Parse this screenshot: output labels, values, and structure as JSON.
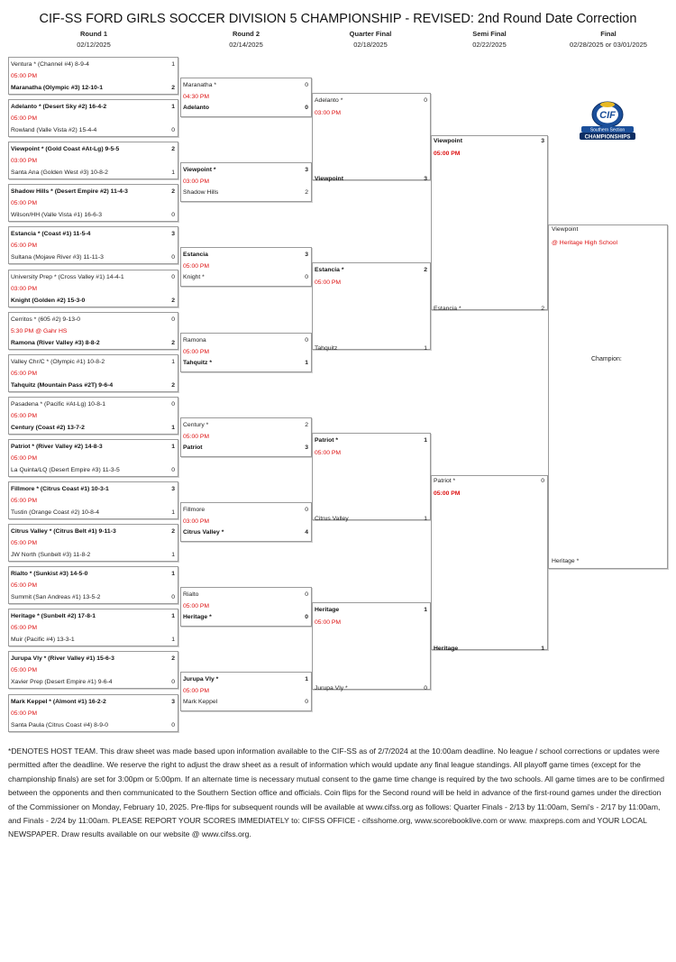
{
  "title": "CIF-SS FORD GIRLS SOCCER DIVISION 5 CHAMPIONSHIP - REVISED: 2nd Round Date Correction",
  "rounds": [
    {
      "name": "Round 1",
      "date": "02/12/2025"
    },
    {
      "name": "Round 2",
      "date": "02/14/2025"
    },
    {
      "name": "Quarter Final",
      "date": "02/18/2025"
    },
    {
      "name": "Semi Final",
      "date": "02/22/2025"
    },
    {
      "name": "Final",
      "date": "02/28/2025 or 03/01/2025"
    }
  ],
  "round1": [
    {
      "t1": "Ventura * (Channel #4) 8-9-4",
      "s1": "1",
      "w1": false,
      "time": "05:00 PM",
      "t2": "Maranatha (Olympic #3) 12-10-1",
      "s2": "2",
      "w2": true,
      "tpos": "mid"
    },
    {
      "t1": "Adelanto * (Desert Sky #2) 16-4-2",
      "s1": "1",
      "w1": true,
      "time": "05:00 PM",
      "t2": "Rowland (Valle Vista #2) 15-4-4",
      "s2": "0",
      "w2": false,
      "tpos": "mid"
    },
    {
      "t1": "Viewpoint * (Gold Coast #At-Lg) 9-5-5",
      "s1": "2",
      "w1": true,
      "time": "03:00 PM",
      "t2": "Santa Ana (Golden West #3) 10-8-2",
      "s2": "1",
      "w2": false,
      "tpos": "mid"
    },
    {
      "t1": "Shadow Hills * (Desert Empire #2) 11-4-3",
      "s1": "2",
      "w1": true,
      "time": "05:00 PM",
      "t2": "Wilson/HH (Valle Vista #1) 16-6-3",
      "s2": "0",
      "w2": false,
      "tpos": "mid"
    },
    {
      "t1": "Estancia * (Coast #1) 11-5-4",
      "s1": "3",
      "w1": true,
      "time": "05:00 PM",
      "t2": "Sultana (Mojave River #3) 11-11-3",
      "s2": "0",
      "w2": false,
      "tpos": "mid"
    },
    {
      "t1": "University Prep * (Cross Valley #1) 14-4-1",
      "s1": "0",
      "w1": false,
      "time": "03:00 PM",
      "t2": "Knight (Golden #2) 15-3-0",
      "s2": "2",
      "w2": true,
      "tpos": "mid"
    },
    {
      "t1": "Cerritos * (605 #2) 9-13-0",
      "s1": "0",
      "w1": false,
      "time": "5:30 PM @ Gahr HS",
      "t2": "Ramona (River Valley #3) 8-8-2",
      "s2": "2",
      "w2": true,
      "tpos": "mid"
    },
    {
      "t1": "Valley Chr/C * (Olympic #1) 10-8-2",
      "s1": "1",
      "w1": false,
      "time": "05:00 PM",
      "t2": "Tahquitz (Mountain Pass #2T) 9-6-4",
      "s2": "2",
      "w2": true,
      "tpos": "mid"
    },
    {
      "t1": "Pasadena * (Pacific #At-Lg) 10-8-1",
      "s1": "0",
      "w1": false,
      "time": "05:00 PM",
      "t2": "Century (Coast #2) 13-7-2",
      "s2": "1",
      "w2": true,
      "tpos": "mid"
    },
    {
      "t1": "Patriot * (River Valley #2) 14-8-3",
      "s1": "1",
      "w1": true,
      "time": "05:00 PM",
      "t2": "La Quinta/LQ (Desert Empire #3) 11-3-5",
      "s2": "0",
      "w2": false,
      "tpos": "mid"
    },
    {
      "t1": "Fillmore * (Citrus Coast #1) 10-3-1",
      "s1": "3",
      "w1": true,
      "time": "05:00 PM",
      "t2": "Tustin (Orange Coast #2) 10-8-4",
      "s2": "1",
      "w2": false,
      "tpos": "mid"
    },
    {
      "t1": "Citrus Valley * (Citrus Belt #1) 9-11-3",
      "s1": "2",
      "w1": true,
      "time": "05:00 PM",
      "t2": "JW North (Sunbelt #3) 11-8-2",
      "s2": "1",
      "w2": false,
      "tpos": "mid"
    },
    {
      "t1": "Rialto * (Sunkist #3) 14-5-0",
      "s1": "1",
      "w1": true,
      "time": "05:00 PM",
      "t2": "Summit (San Andreas #1) 13-5-2",
      "s2": "0",
      "w2": false,
      "tpos": "mid"
    },
    {
      "t1": "Heritage * (Sunbelt #2) 17-8-1",
      "s1": "1",
      "w1": true,
      "time": "05:00 PM",
      "t2": "Muir (Pacific #4) 13-3-1",
      "s2": "1",
      "w2": false,
      "tpos": "mid"
    },
    {
      "t1": "Jurupa Vly * (River Valley #1) 15-6-3",
      "s1": "2",
      "w1": true,
      "time": "05:00 PM",
      "t2": "Xavier Prep (Desert Empire #1) 9-6-4",
      "s2": "0",
      "w2": false,
      "tpos": "mid"
    },
    {
      "t1": "Mark Keppel * (Almont #1) 16-2-2",
      "s1": "3",
      "w1": true,
      "time": "05:00 PM",
      "t2": "Santa Paula (Citrus Coast #4) 8-9-0",
      "s2": "0",
      "w2": false,
      "tpos": "mid"
    }
  ],
  "round2": [
    {
      "t1": "Maranatha *",
      "s1": "0",
      "w1": false,
      "time": "04:30 PM",
      "t2": "Adelanto",
      "s2": "0",
      "w2": true,
      "tpos": "mid"
    },
    {
      "t1": "Viewpoint *",
      "s1": "3",
      "w1": true,
      "time": "03:00 PM",
      "t2": "Shadow Hills",
      "s2": "2",
      "w2": false,
      "tpos": "mid"
    },
    {
      "t1": "Estancia",
      "s1": "3",
      "w1": true,
      "time": "05:00 PM",
      "t2": "Knight *",
      "s2": "0",
      "w2": false,
      "tpos": "mid"
    },
    {
      "t1": "Ramona",
      "s1": "0",
      "w1": false,
      "time": "05:00 PM",
      "t2": "Tahquitz *",
      "s2": "1",
      "w2": true,
      "tpos": "mid"
    },
    {
      "t1": "Century *",
      "s1": "2",
      "w1": false,
      "time": "05:00 PM",
      "t2": "Patriot",
      "s2": "3",
      "w2": true,
      "tpos": "mid"
    },
    {
      "t1": "Fillmore",
      "s1": "0",
      "w1": false,
      "time": "03:00 PM",
      "t2": "Citrus Valley *",
      "s2": "4",
      "w2": true,
      "tpos": "mid"
    },
    {
      "t1": "Rialto",
      "s1": "0",
      "w1": false,
      "time": "05:00 PM",
      "t2": "Heritage *",
      "s2": "0",
      "w2": true,
      "tpos": "mid"
    },
    {
      "t1": "Jurupa Vly *",
      "s1": "1",
      "w1": true,
      "time": "05:00 PM",
      "t2": "Mark Keppel",
      "s2": "0",
      "w2": false,
      "tpos": "mid"
    }
  ],
  "quarter": [
    {
      "t1": "Adelanto *",
      "s1": "0",
      "w1": false,
      "time": "03:00 PM",
      "t2": "Viewpoint",
      "s2": "3",
      "w2": true,
      "tpos": "top"
    },
    {
      "t1": "Estancia *",
      "s1": "2",
      "w1": true,
      "time": "05:00 PM",
      "t2": "Tahquitz",
      "s2": "1",
      "w2": false,
      "tpos": "top"
    },
    {
      "t1": "Patriot *",
      "s1": "1",
      "w1": true,
      "time": "05:00 PM",
      "t2": "Citrus Valley",
      "s2": "1",
      "w2": false,
      "tpos": "top"
    },
    {
      "t1": "Heritage",
      "s1": "1",
      "w1": true,
      "time": "05:00 PM",
      "t2": "Jurupa Vly *",
      "s2": "0",
      "w2": false,
      "tpos": "top"
    }
  ],
  "semi": [
    {
      "t1": "Viewpoint",
      "s1": "3",
      "w1": true,
      "time": "05:00 PM",
      "t2": "Estancia *",
      "s2": "2",
      "w2": false,
      "tpos": "top"
    },
    {
      "t1": "Patriot *",
      "s1": "0",
      "w1": false,
      "time": "05:00 PM",
      "t2": "Heritage",
      "s2": "1",
      "w2": true,
      "tpos": "top"
    }
  ],
  "final": {
    "t1": "Viewpoint",
    "location": "@ Heritage High School",
    "t2": "Heritage *",
    "champion_label": "Champion:"
  },
  "notes": "*DENOTES HOST TEAM. This draw sheet was made based upon information available to the CIF-SS as of 2/7/2024 at the 10:00am deadline. No league / school corrections or updates were permitted after the deadline. We reserve the right to adjust the draw sheet as a result of information which would update any final league standings. All playoff game times (except for the championship finals) are set for 3:00pm or 5:00pm. If an alternate time is necessary mutual consent to the game time change is required by the two schools. All game times are to be confirmed between the opponents and then communicated to the Southern Section office and officials. Coin flips for the Second round will be held in advance of the first-round games under the direction of the Commissioner on Monday, February 10, 2025. Pre-flips for subsequent rounds will be available at www.cifss.org as follows: Quarter Finals - 2/13 by 11:00am, Semi's - 2/17 by 11:00am, and Finals - 2/24 by 11:00am. PLEASE REPORT YOUR SCORES IMMEDIATELY to: CIFSS OFFICE - cifsshome.org, www.scorebooklive.com or www. maxpreps.com and YOUR LOCAL NEWSPAPER. Draw results available on our website @ www.cifss.org.",
  "logo": {
    "top": "CIF",
    "mid": "Southern Section",
    "bottom": "CHAMPIONSHIPS"
  }
}
